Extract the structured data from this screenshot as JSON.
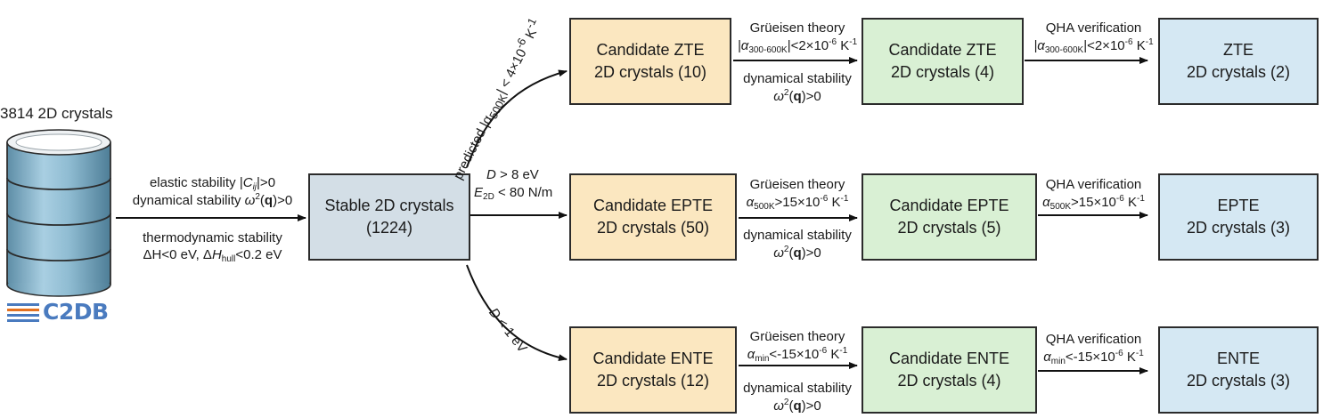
{
  "database": {
    "title": "3814 2D crystals",
    "logo_text": "C2DB",
    "logo_color": "#4a7bbf"
  },
  "filter1": {
    "line1": [
      "elastic stability |",
      "C",
      "ij",
      "|>0"
    ],
    "line2": [
      "dynamical stability ",
      "ω",
      "2",
      "(",
      "q",
      ")>0"
    ],
    "line3": "thermodynamic stability",
    "line4": [
      "ΔH",
      "<0 eV, Δ",
      "H",
      "hull",
      "<0.2 eV"
    ]
  },
  "stable_box": {
    "line1": "Stable 2D crystals",
    "line2": "(1224)",
    "color": "#d3dee6"
  },
  "branch_zte": {
    "criterion": [
      "predicted |α",
      "500K",
      "| < 4×10",
      "-6",
      " K",
      "-1"
    ],
    "candidate": {
      "line1": "Candidate ZTE",
      "line2": "2D crystals (10)"
    },
    "theory_top": "Grüeisen theory",
    "theory_crit": [
      "|α",
      "300-600K",
      "|<2×10",
      "-6",
      " K",
      "-1"
    ],
    "dyn_line1": "dynamical stability",
    "dyn_line2": [
      "ω",
      "2",
      "(",
      "q",
      ")>0"
    ],
    "stage2": {
      "line1": "Candidate ZTE",
      "line2": "2D crystals (4)"
    },
    "qha_top": "QHA verification",
    "qha_crit": [
      "|α",
      "300-600K",
      "|<2×10",
      "-6",
      " K",
      "-1"
    ],
    "final": {
      "line1": "ZTE",
      "line2": "2D crystals (2)"
    }
  },
  "branch_epte": {
    "crit1": [
      "D",
      " > 8 eV"
    ],
    "crit2": [
      "E",
      "2D",
      " < 80 N/m"
    ],
    "candidate": {
      "line1": "Candidate EPTE",
      "line2": "2D crystals (50)"
    },
    "theory_top": "Grüeisen theory",
    "theory_crit": [
      "α",
      "500K",
      ">15×10",
      "-6",
      " K",
      "-1"
    ],
    "dyn_line1": "dynamical stability",
    "dyn_line2": [
      "ω",
      "2",
      "(",
      "q",
      ")>0"
    ],
    "stage2": {
      "line1": "Candidate EPTE",
      "line2": "2D crystals (5)"
    },
    "qha_top": "QHA verification",
    "qha_crit": [
      "α",
      "500K",
      ">15×10",
      "-6",
      " K",
      "-1"
    ],
    "final": {
      "line1": "EPTE",
      "line2": "2D crystals (3)"
    }
  },
  "branch_ente": {
    "criterion": [
      "D",
      " < 1 eV"
    ],
    "candidate": {
      "line1": "Candidate ENTE",
      "line2": "2D crystals (12)"
    },
    "theory_top": "Grüeisen theory",
    "theory_crit": [
      "α",
      "min",
      "<-15×10",
      "-6",
      " K",
      "-1"
    ],
    "dyn_line1": "dynamical stability",
    "dyn_line2": [
      "ω",
      "2",
      "(",
      "q",
      ")>0"
    ],
    "stage2": {
      "line1": "Candidate ENTE",
      "line2": "2D crystals (4)"
    },
    "qha_top": "QHA verification",
    "qha_crit": [
      "α",
      "min",
      "<-15×10",
      "-6",
      " K",
      "-1"
    ],
    "final": {
      "line1": "ENTE",
      "line2": "2D crystals (3)"
    }
  },
  "colors": {
    "candidate": "#fbe7c0",
    "stage2": "#d9f0d4",
    "final": "#d5e8f3",
    "database": "#8fb9cf"
  }
}
